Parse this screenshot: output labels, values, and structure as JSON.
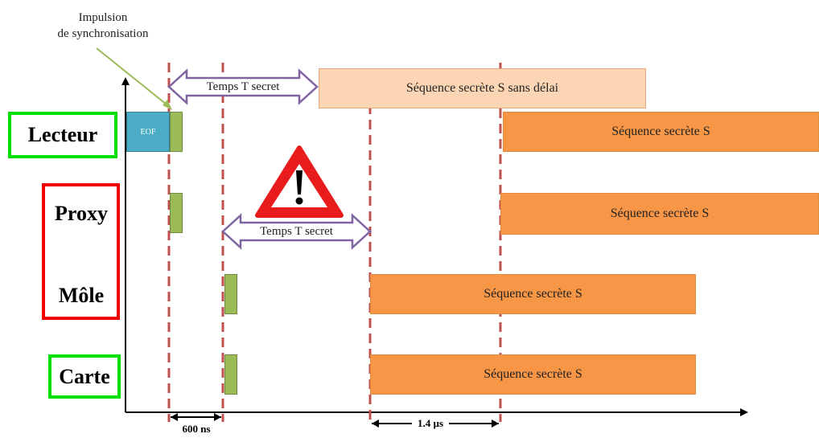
{
  "sync_note": {
    "line1": "Impulsion",
    "line2": "de synchronisation"
  },
  "rows": {
    "lecteur": "Lecteur",
    "proxy": "Proxy",
    "mole": "Môle",
    "carte": "Carte"
  },
  "eof_label": "EOF",
  "secret_time_label": "Temps T secret",
  "sequence_no_delay_label": "Séquence secrète S sans délai",
  "sequence_label": "Séquence secrète S",
  "measures": {
    "left": "600 ns",
    "right": "1.4 µs"
  },
  "colors": {
    "green_frame": "#00e000",
    "red_frame": "#ee0000",
    "sequence": "#f79646",
    "sequence_light": "#fcd5b5",
    "pulse": "#9bbb59",
    "eof": "#4bacc6",
    "dashed_line": "#c0504d",
    "time_arrow": "#8064a2",
    "warning": "#e81c1c"
  }
}
